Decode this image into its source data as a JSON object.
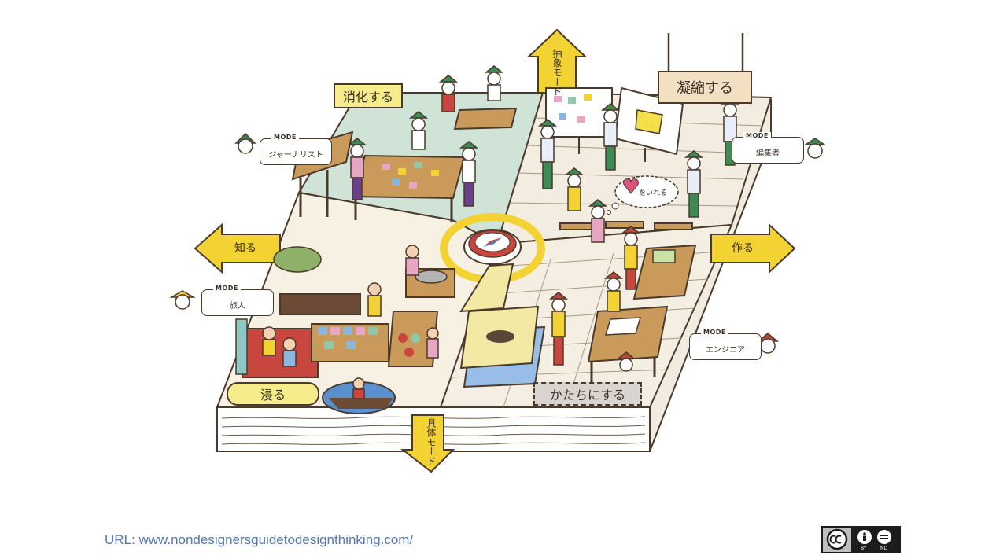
{
  "zones": {
    "digest": "消化する",
    "condense": "凝縮する",
    "immerse": "浸る",
    "shape": "かたちにする"
  },
  "arrows": {
    "know": "知る",
    "make": "作る",
    "abstract_mode": "抽象モード",
    "concrete_mode": "具体モード"
  },
  "modes": {
    "mode_word": "MODE",
    "journalist": "ジャーナリスト",
    "editor": "編集者",
    "traveler": "旅人",
    "engineer": "エンジニア"
  },
  "speech_bubble": "をいれる",
  "url": "URL: www.nondesignersguidetodesignthinking.com/",
  "license": {
    "by": "BY",
    "nd": "ND"
  },
  "colors": {
    "floor_digest": "#cfe3d6",
    "floor_condense": "#f3ece0",
    "floor_immerse": "#f7f1e4",
    "floor_shape": "#f5efe3",
    "sign_yellow": "#f6ec8c",
    "arrow_yellow": "#f3d234",
    "table_brown": "#c99a5a",
    "hat_green": "#3f8a55",
    "hat_red": "#b8483a",
    "url_blue": "#4f78b8"
  }
}
